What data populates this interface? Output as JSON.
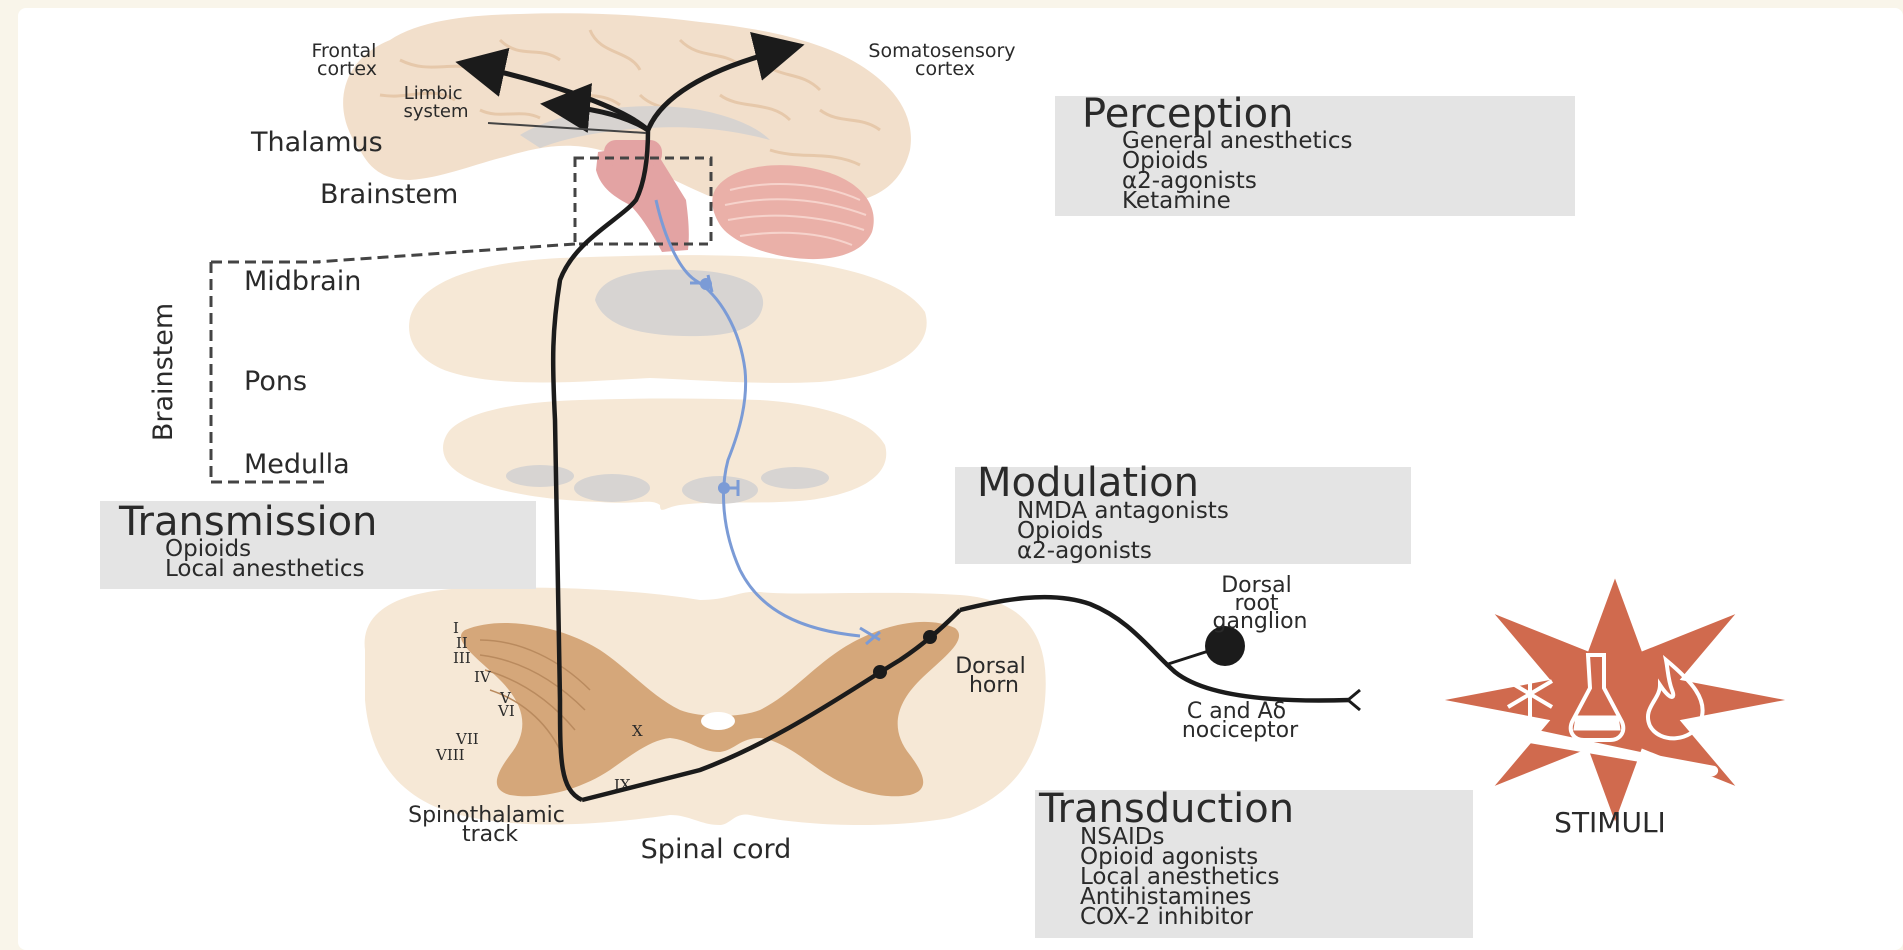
{
  "labels": {
    "frontal_cortex": [
      "Frontal",
      "cortex"
    ],
    "somatosensory_cortex": [
      "Somatosensory",
      "cortex"
    ],
    "limbic_system": [
      "Limbic",
      "system"
    ],
    "thalamus": "Thalamus",
    "brainstem_top": "Brainstem",
    "brainstem_vertical": "Brainstem",
    "midbrain": "Midbrain",
    "pons": "Pons",
    "medulla": "Medulla",
    "dorsal_root_ganglion": [
      "Dorsal",
      "root",
      "ganglion"
    ],
    "dorsal_horn": [
      "Dorsal",
      "horn"
    ],
    "nociceptor": [
      "C and Aδ",
      "nociceptor"
    ],
    "spinothalamic_track": [
      "Spinothalamic",
      "track"
    ],
    "spinal_cord": "Spinal cord",
    "stimuli": "STIMULI"
  },
  "laminae": [
    "I",
    "II",
    "III",
    "IV",
    "V",
    "VI",
    "VII",
    "VIII",
    "IX",
    "X"
  ],
  "boxes": {
    "perception": {
      "title": "Perception",
      "items": [
        "General anesthetics",
        "Opioids",
        "α2-agonists",
        "Ketamine"
      ]
    },
    "modulation": {
      "title": "Modulation",
      "items": [
        "NMDA antagonists",
        "Opioids",
        "α2-agonists"
      ]
    },
    "transmission": {
      "title": "Transmission",
      "items": [
        "Opioids",
        "Local anesthetics"
      ]
    },
    "transduction": {
      "title": "Transduction",
      "items": [
        "NSAIDs",
        "Opioid agonists",
        "Local anesthetics",
        "Antihistamines",
        "COX-2 inhibitor"
      ]
    }
  },
  "colors": {
    "brain": "#f2dfcb",
    "brain_fold": "#e6c8aa",
    "brainstem_pink": "#e3a3a3",
    "cerebellum": "#eab0a8",
    "section": "#f6e8d6",
    "grey_matter": "#d5a77a",
    "modulation_path": "#7b9bd6",
    "pathway": "#1b1b1b",
    "box_fill": "#e4e4e4",
    "star": "#d06a4e"
  },
  "icons": [
    "snowflake-icon",
    "flask-icon",
    "flame-icon",
    "scalpel-icon"
  ]
}
